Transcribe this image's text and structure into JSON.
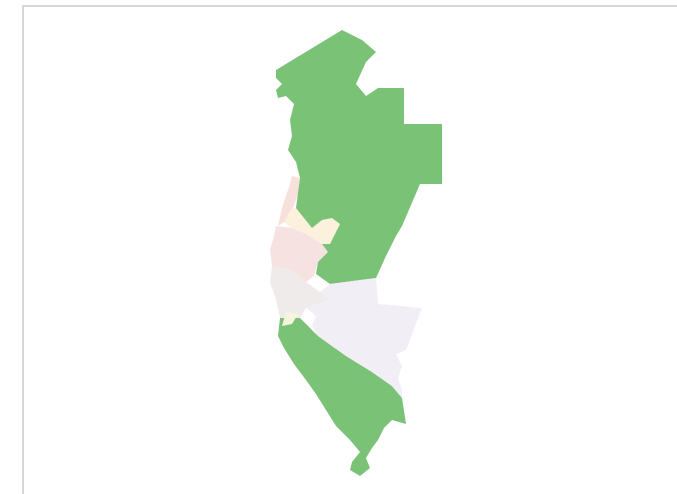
{
  "map": {
    "regions": [
      {
        "id": "north-east",
        "fill": "#7ac276"
      },
      {
        "id": "north-coast-strip",
        "fill": "#f8e0dc"
      },
      {
        "id": "central-yellow",
        "fill": "#fbf1dc"
      },
      {
        "id": "central-coast",
        "fill": "#f6e2e0"
      },
      {
        "id": "central-grey",
        "fill": "#efebeb"
      },
      {
        "id": "mid-green-lobe",
        "fill": "#7ac276"
      },
      {
        "id": "small-yellow-patch",
        "fill": "#f6f5dc"
      },
      {
        "id": "south",
        "fill": "#f2eef6"
      }
    ]
  }
}
